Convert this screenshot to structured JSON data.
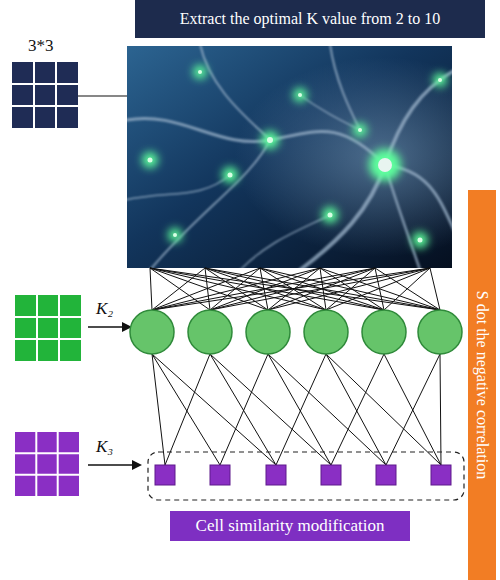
{
  "diagram": {
    "nodes": [
      {
        "text": [
          "Extract the optimal K value from 2 to 10"
        ]
      },
      {
        "text": [
          "S dot the negative correlation"
        ]
      },
      {
        "text": [
          "Cell similarity modification"
        ]
      }
    ],
    "labels": [
      "3*3",
      "K₂",
      "K₃"
    ]
  }
}
